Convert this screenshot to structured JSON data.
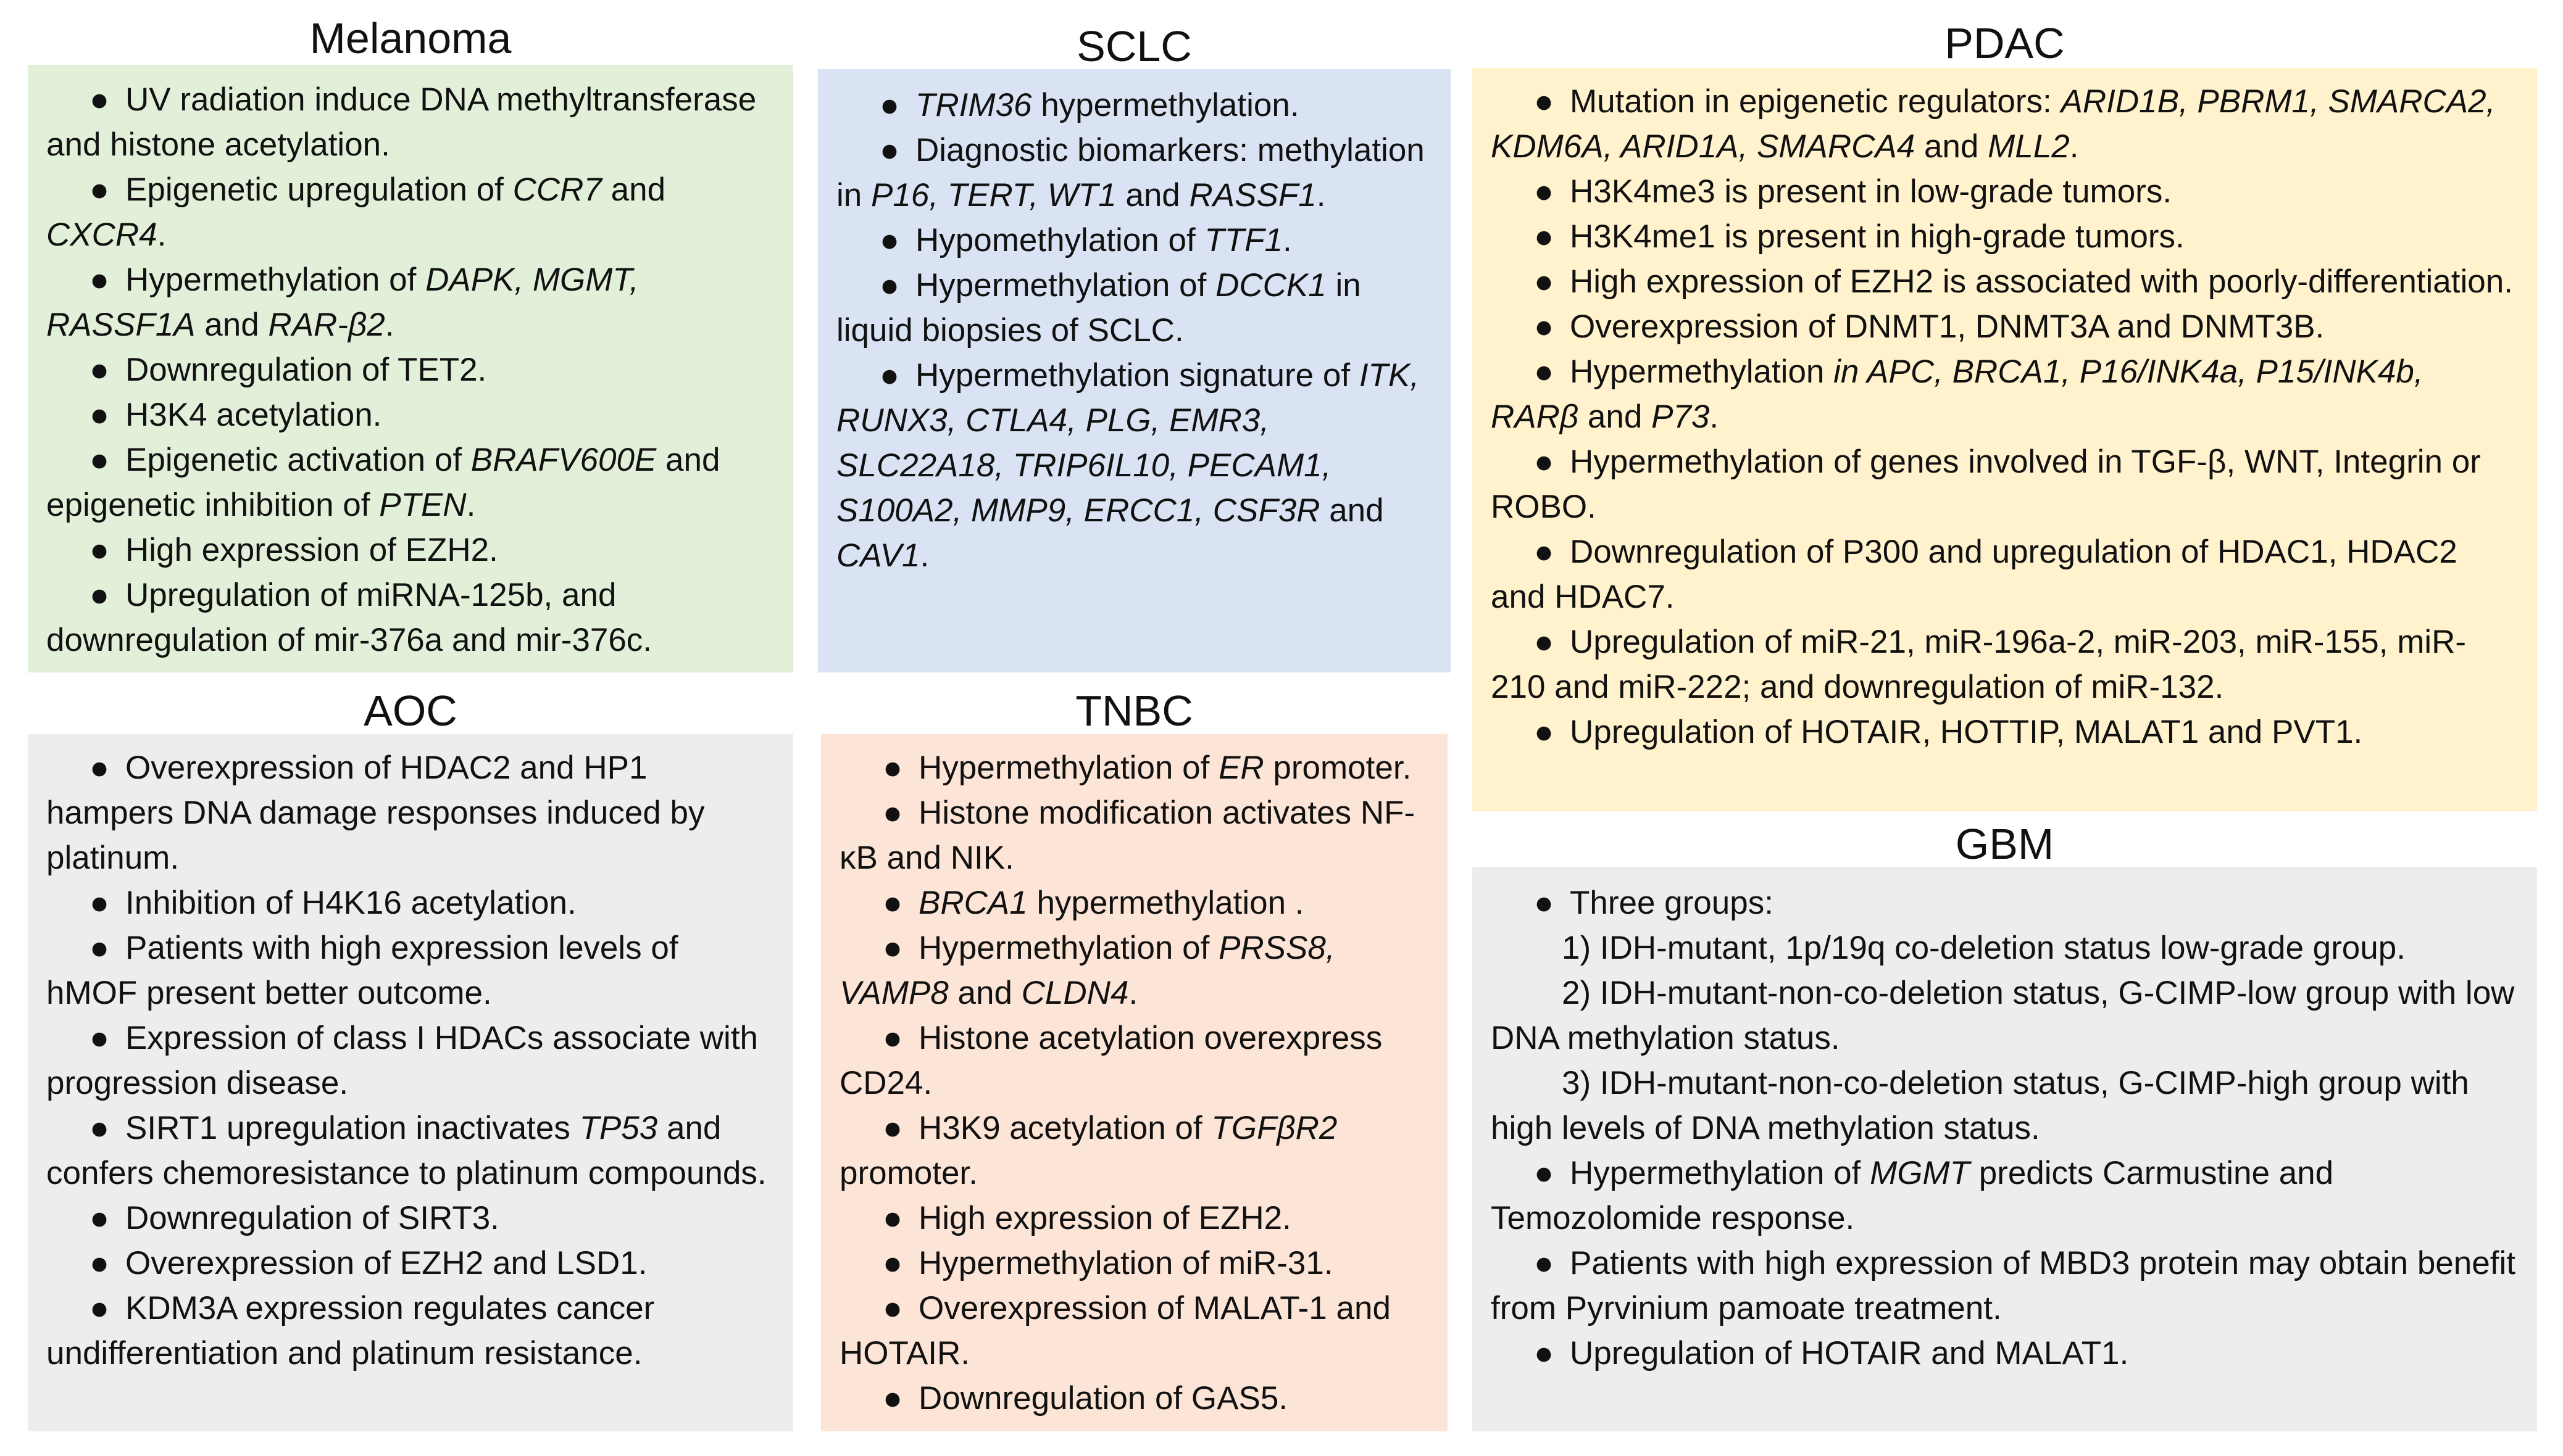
{
  "colors": {
    "melanoma": "#e2f0d9",
    "sclc": "#dae3f3",
    "pdac": "#fff2cc",
    "aoc": "#ededed",
    "tnbc": "#fce4d6",
    "gbm": "#ededed"
  },
  "bullet_symbol": "●",
  "panels": {
    "melanoma": {
      "title": "Melanoma",
      "items": [
        [
          {
            "t": "UV radiation induce DNA methyltransferase and histone acetylation."
          }
        ],
        [
          {
            "t": "Epigenetic upregulation of "
          },
          {
            "t": "CCR7",
            "i": true
          },
          {
            "t": " and "
          },
          {
            "t": "CXCR4",
            "i": true
          },
          {
            "t": "."
          }
        ],
        [
          {
            "t": "Hypermethylation of "
          },
          {
            "t": "DAPK, MGMT, RASSF1A",
            "i": true
          },
          {
            "t": " and "
          },
          {
            "t": "RAR-β2",
            "i": true
          },
          {
            "t": "."
          }
        ],
        [
          {
            "t": "Downregulation of TET2."
          }
        ],
        [
          {
            "t": "H3K4 acetylation."
          }
        ],
        [
          {
            "t": "Epigenetic activation of "
          },
          {
            "t": "BRAFV600E",
            "i": true
          },
          {
            "t": " and epigenetic inhibition of "
          },
          {
            "t": "PTEN",
            "i": true
          },
          {
            "t": "."
          }
        ],
        [
          {
            "t": "High expression of EZH2."
          }
        ],
        [
          {
            "t": "Upregulation of miRNA-125b, and downregulation of mir-376a and mir-376c."
          }
        ]
      ]
    },
    "sclc": {
      "title": "SCLC",
      "items": [
        [
          {
            "t": "TRIM36",
            "i": true
          },
          {
            "t": " hypermethylation."
          }
        ],
        [
          {
            "t": "Diagnostic biomarkers: methylation in "
          },
          {
            "t": "P16, TERT, WT1",
            "i": true
          },
          {
            "t": " and "
          },
          {
            "t": "RASSF1",
            "i": true
          },
          {
            "t": "."
          }
        ],
        [
          {
            "t": "Hypomethylation of "
          },
          {
            "t": "TTF1",
            "i": true
          },
          {
            "t": "."
          }
        ],
        [
          {
            "t": "Hypermethylation of "
          },
          {
            "t": "DCCK1",
            "i": true
          },
          {
            "t": " in liquid biopsies of SCLC."
          }
        ],
        [
          {
            "t": "Hypermethylation signature of "
          },
          {
            "t": "ITK, RUNX3, CTLA4, PLG, EMR3, SLC22A18, TRIP6IL10, PECAM1, S100A2, MMP9, ERCC1, CSF3R",
            "i": true
          },
          {
            "t": " and "
          },
          {
            "t": "CAV1",
            "i": true
          },
          {
            "t": "."
          }
        ]
      ]
    },
    "pdac": {
      "title": "PDAC",
      "items": [
        [
          {
            "t": "Mutation in epigenetic regulators: "
          },
          {
            "t": "ARID1B, PBRM1, SMARCA2, KDM6A, ARID1A, SMARCA4",
            "i": true
          },
          {
            "t": " and "
          },
          {
            "t": "MLL2",
            "i": true
          },
          {
            "t": "."
          }
        ],
        [
          {
            "t": "H3K4me3 is present in low-grade tumors."
          }
        ],
        [
          {
            "t": "H3K4me1 is present in high-grade tumors."
          }
        ],
        [
          {
            "t": "High expression of EZH2 is associated with poorly-differentiation."
          }
        ],
        [
          {
            "t": "Overexpression of DNMT1, DNMT3A and DNMT3B."
          }
        ],
        [
          {
            "t": "Hypermethylation "
          },
          {
            "t": "in APC, BRCA1, P16/INK4a, P15/INK4b, RARβ",
            "i": true
          },
          {
            "t": " and "
          },
          {
            "t": "P73",
            "i": true
          },
          {
            "t": "."
          }
        ],
        [
          {
            "t": "Hypermethylation of genes involved in TGF-β, WNT, Integrin or ROBO."
          }
        ],
        [
          {
            "t": "Downregulation of P300 and upregulation of HDAC1, HDAC2 and HDAC7."
          }
        ],
        [
          {
            "t": "Upregulation of miR-21, miR-196a-2, miR-203, miR-155, miR-210 and miR-222; and downregulation of miR-132."
          }
        ],
        [
          {
            "t": "Upregulation of HOTAIR, HOTTIP, MALAT1 and PVT1."
          }
        ]
      ]
    },
    "aoc": {
      "title": "AOC",
      "items": [
        [
          {
            "t": "Overexpression of HDAC2 and HP1 hampers DNA damage responses induced by platinum."
          }
        ],
        [
          {
            "t": "Inhibition of H4K16 acetylation."
          }
        ],
        [
          {
            "t": "Patients with high expression levels of hMOF present better outcome."
          }
        ],
        [
          {
            "t": "Expression of class I HDACs associate with progression disease."
          }
        ],
        [
          {
            "t": "SIRT1 upregulation inactivates "
          },
          {
            "t": "TP53",
            "i": true
          },
          {
            "t": " and confers chemoresistance to platinum compounds."
          }
        ],
        [
          {
            "t": "Downregulation of SIRT3."
          }
        ],
        [
          {
            "t": "Overexpression of EZH2 and LSD1."
          }
        ],
        [
          {
            "t": "KDM3A expression regulates cancer undifferentiation and platinum resistance."
          }
        ]
      ]
    },
    "tnbc": {
      "title": "TNBC",
      "items": [
        [
          {
            "t": "Hypermethylation of "
          },
          {
            "t": "ER",
            "i": true
          },
          {
            "t": " promoter."
          }
        ],
        [
          {
            "t": "Histone modification activates NF-κB and NIK."
          }
        ],
        [
          {
            "t": "BRCA1",
            "i": true
          },
          {
            "t": " hypermethylation ."
          }
        ],
        [
          {
            "t": "Hypermethylation of "
          },
          {
            "t": "PRSS8, VAMP8",
            "i": true
          },
          {
            "t": " and "
          },
          {
            "t": "CLDN4",
            "i": true
          },
          {
            "t": "."
          }
        ],
        [
          {
            "t": "Histone acetylation overexpress CD24."
          }
        ],
        [
          {
            "t": "H3K9 acetylation of "
          },
          {
            "t": "TGFβR2",
            "i": true
          },
          {
            "t": " promoter."
          }
        ],
        [
          {
            "t": "High expression of EZH2."
          }
        ],
        [
          {
            "t": "Hypermethylation of miR-31."
          }
        ],
        [
          {
            "t": "Overexpression of MALAT-1 and HOTAIR."
          }
        ],
        [
          {
            "t": "Downregulation of GAS5."
          }
        ]
      ]
    },
    "gbm": {
      "title": "GBM",
      "items": [
        [
          {
            "t": "Three groups:"
          }
        ],
        {
          "sub": true,
          "parts": [
            {
              "t": "1) IDH-mutant, 1p/19q co-deletion status low-grade group."
            }
          ]
        },
        {
          "sub": true,
          "parts": [
            {
              "t": "2) IDH-mutant-non-co-deletion status, G-CIMP-low group  with low DNA methylation status."
            }
          ]
        },
        {
          "sub": true,
          "parts": [
            {
              "t": "3) IDH-mutant-non-co-deletion status, G-CIMP-high group with high levels of DNA methylation status."
            }
          ]
        },
        [
          {
            "t": "Hypermethylation of "
          },
          {
            "t": "MGMT",
            "i": true
          },
          {
            "t": " predicts Carmustine and Temozolomide response."
          }
        ],
        [
          {
            "t": "Patients with high expression of MBD3 protein may obtain benefit from Pyrvinium pamoate treatment."
          }
        ],
        [
          {
            "t": "Upregulation of HOTAIR and MALAT1."
          }
        ]
      ]
    }
  }
}
